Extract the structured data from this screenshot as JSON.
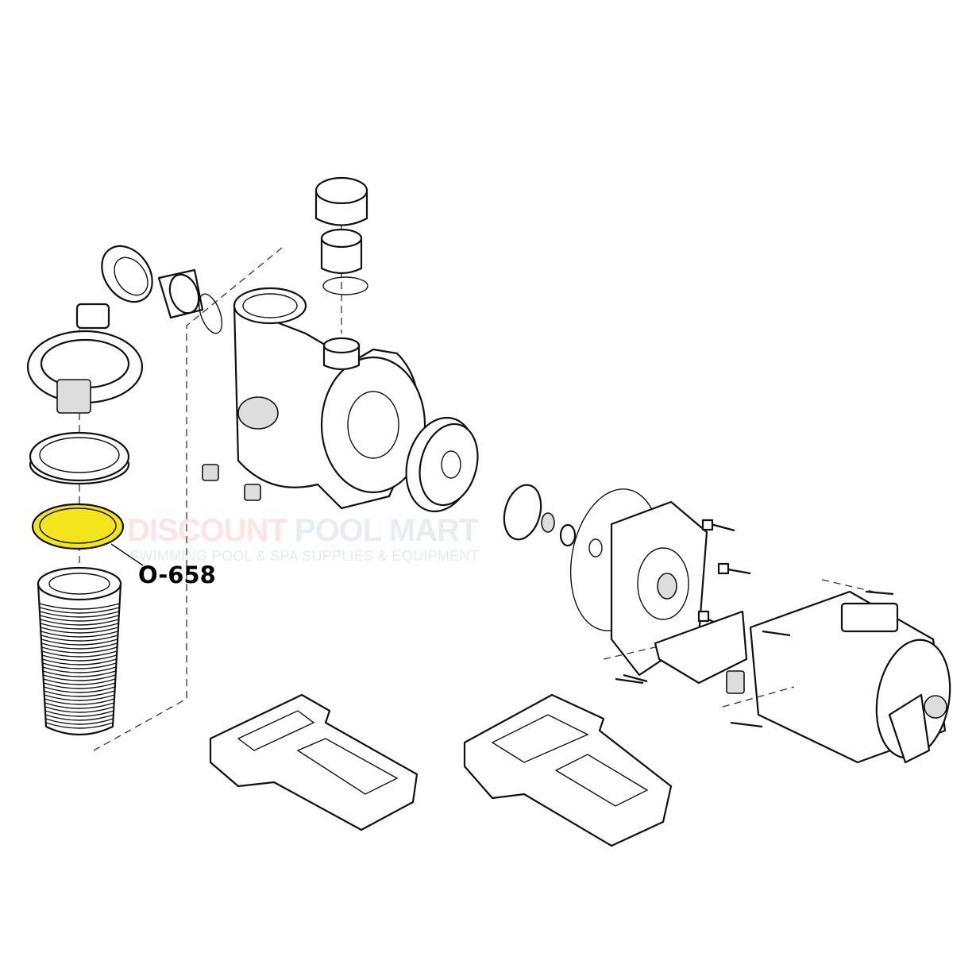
{
  "diagram": {
    "callout_label": "O-658",
    "highlight_color": "#f2e51c",
    "watermark": {
      "brand_part1": "DISCOUNT",
      "brand_part2": "POOL MART",
      "tagline": "SWIMMING POOL & SPA SUPPLIES & EQUIPMENT"
    }
  }
}
